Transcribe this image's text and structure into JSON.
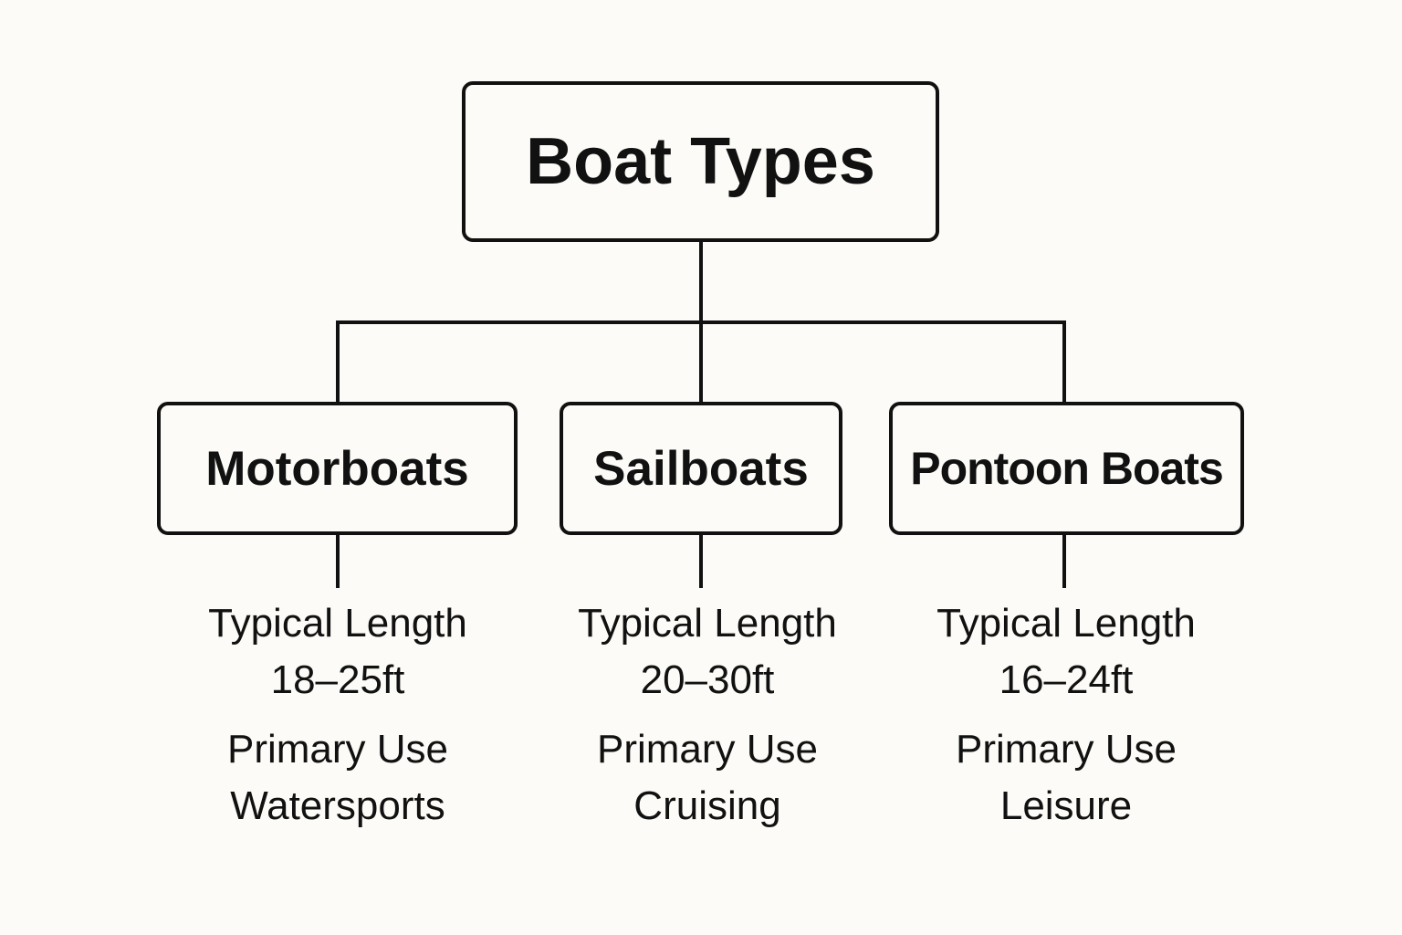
{
  "root": {
    "label": "Boat Types"
  },
  "children": [
    {
      "label": "Motorboats",
      "length_label": "Typical Length",
      "length_value": "18–25ft",
      "use_label": "Primary Use",
      "use_value": "Watersports"
    },
    {
      "label": "Sailboats",
      "length_label": "Typical Length",
      "length_value": "20–30ft",
      "use_label": "Primary Use",
      "use_value": "Cruising"
    },
    {
      "label": "Pontoon Boats",
      "length_label": "Typical Length",
      "length_value": "16–24ft",
      "use_label": "Primary Use",
      "use_value": "Leisure"
    }
  ],
  "colors": {
    "background": "#fcfbf7",
    "stroke": "#111111",
    "text": "#111111"
  }
}
